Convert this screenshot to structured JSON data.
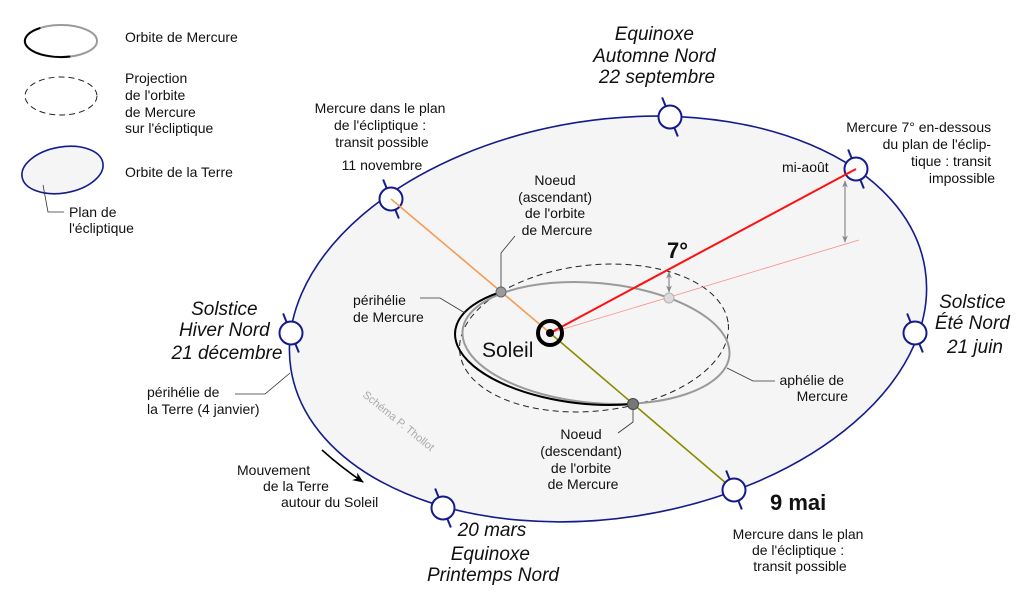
{
  "colors": {
    "earth_orbit": "#141c8c",
    "ecliptic_plane_fill": "#f5f5f5",
    "mercury_orbit_near": "#000000",
    "mercury_orbit_far": "#9a9a9a",
    "line_november_node": "#f79b55",
    "line_may_node": "#8b8b00",
    "line_august": "#ff1010",
    "line_august_projection": "#ff8a8a",
    "measure_arrow": "#888888"
  },
  "legend": {
    "mercury_orbit": "Orbite de Mercure",
    "projection": [
      "Projection",
      "de l'orbite",
      "de Mercure",
      "sur l'écliptique"
    ],
    "earth_orbit": "Orbite de la Terre",
    "ecliptic_plane": [
      "Plan de",
      "l'écliptique"
    ]
  },
  "labels": {
    "autumn_equinox": [
      "Equinoxe",
      "Automne Nord",
      "22 septembre"
    ],
    "winter_solstice": [
      "Solstice",
      "Hiver Nord",
      "21 décembre"
    ],
    "summer_solstice": [
      "Solstice",
      "Été Nord",
      "21 juin"
    ],
    "spring_equinox": {
      "date": "20 mars",
      "lines": [
        "Equinoxe",
        "Printemps Nord"
      ]
    },
    "november_transit": {
      "lines": [
        "Mercure dans le plan",
        "de l'écliptique :",
        "transit possible"
      ],
      "date": "11 novembre"
    },
    "may_transit": {
      "date": "9 mai",
      "lines": [
        "Mercure dans le plan",
        "de l'écliptique :",
        "transit possible"
      ]
    },
    "august": {
      "date": "mi-août",
      "lines": [
        "Mercure 7° en-dessous",
        "du plan de l'éclip-",
        "tique : transit",
        "impossible"
      ]
    },
    "ascending_node": [
      "Noeud",
      "(ascendant)",
      "de l'orbite",
      "de Mercure"
    ],
    "descending_node": [
      "Noeud",
      "(descendant)",
      "de l'orbite",
      "de Mercure"
    ],
    "mercury_perihelion": [
      "périhélie",
      "de Mercure"
    ],
    "mercury_aphelion": [
      "aphélie de",
      "Mercure"
    ],
    "earth_perihelion": [
      "périhélie de",
      "la Terre (4 janvier)"
    ],
    "earth_motion": [
      "Mouvement",
      "de la Terre",
      "autour du Soleil"
    ],
    "sun": "Soleil",
    "inclination": "7°",
    "credit": "Schéma P. Thollot"
  }
}
